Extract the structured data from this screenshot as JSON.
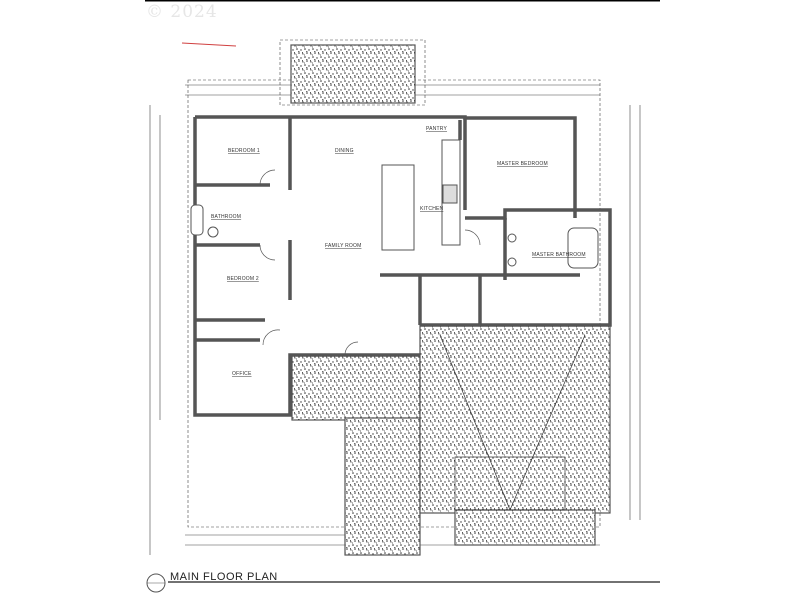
{
  "watermark": "© 2024",
  "plan": {
    "title": "MAIN FLOOR PLAN",
    "rooms": {
      "bedroom1": "BEDROOM 1",
      "bedroom2": "BEDROOM 2",
      "bathroom": "BATHROOM",
      "office": "OFFICE",
      "dining": "DINING",
      "family_room": "FAMILY ROOM",
      "pantry": "PANTRY",
      "kitchen": "KITCHEN",
      "master_bedroom": "MASTER BEDROOM",
      "master_bathroom": "MASTER BATHROOM"
    }
  },
  "colors": {
    "wall": "#555555",
    "annotation_arrow": "#d04040",
    "hatch": "#333333"
  }
}
